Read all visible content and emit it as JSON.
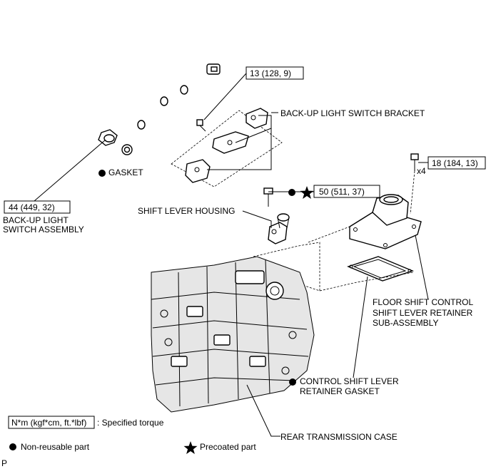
{
  "torques": {
    "t1": "13 (128, 9)",
    "t2": "44 (449, 32)",
    "t3": "50 (511, 37)",
    "t4": "18 (184, 13)",
    "qty_x4": "x4"
  },
  "parts": {
    "bracket": "BACK-UP LIGHT SWITCH BRACKET",
    "gasket": "GASKET",
    "switch_line1": "BACK-UP LIGHT",
    "switch_line2": "SWITCH ASSEMBLY",
    "shift_lever_housing": "SHIFT LEVER HOUSING",
    "retainer_line1": "FLOOR SHIFT CONTROL",
    "retainer_line2": "SHIFT LEVER RETAINER",
    "retainer_line3": "SUB-ASSEMBLY",
    "retainer_gasket_line1": "CONTROL SHIFT LEVER",
    "retainer_gasket_line2": "RETAINER GASKET",
    "rear_case": "REAR TRANSMISSION CASE"
  },
  "legend": {
    "torque_box": "N*m (kgf*cm, ft.*lbf)",
    "torque_desc": ": Specified torque",
    "non_reusable": "Non-reusable part",
    "precoated": "Precoated part"
  },
  "footer_code": "P"
}
